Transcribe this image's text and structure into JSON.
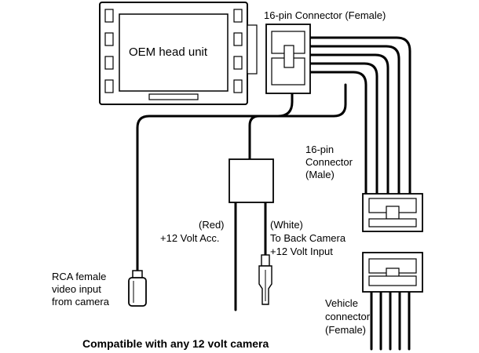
{
  "head_unit": {
    "label": "OEM head unit"
  },
  "labels": {
    "connector_female_top": "16-pin Connector (Female)",
    "connector_male": [
      "16-pin",
      "Connector",
      "(Male)"
    ],
    "red_wire": [
      "(Red)",
      "+12 Volt Acc."
    ],
    "white_wire": [
      "(White)",
      "To Back Camera",
      "+12 Volt Input"
    ],
    "rca_input": [
      "RCA female",
      "video input",
      "from camera"
    ],
    "vehicle_connector": [
      "Vehicle",
      "connector",
      "(Female)"
    ]
  },
  "caption": "Compatible with any 12 volt camera"
}
